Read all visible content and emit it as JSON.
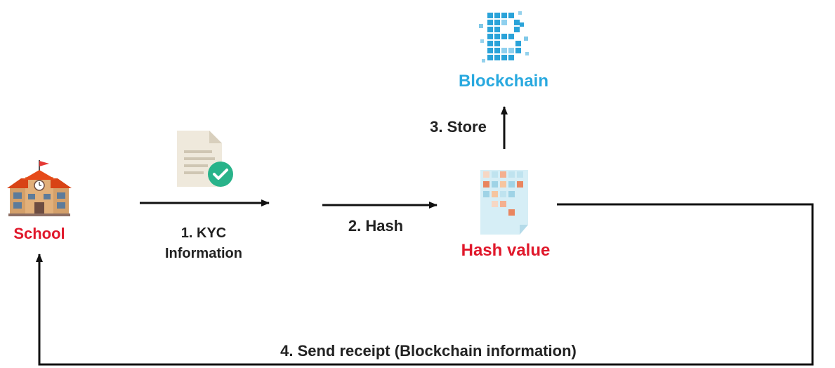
{
  "nodes": {
    "school": {
      "label": "School",
      "icon": "school-building-icon"
    },
    "kyc_document": {
      "icon": "document-check-icon"
    },
    "hash_value": {
      "label": "Hash value",
      "icon": "hash-grid-document-icon"
    },
    "blockchain": {
      "label": "Blockchain",
      "icon": "blockchain-b-logo-icon"
    }
  },
  "edges": {
    "kyc": {
      "line1": "1. KYC",
      "line2": "Information"
    },
    "hash": {
      "label": "2. Hash"
    },
    "store": {
      "label": "3. Store"
    },
    "receipt": {
      "label": "4. Send receipt (Blockchain information)"
    }
  },
  "colors": {
    "school_label": "#e0182b",
    "hash_label": "#e0182b",
    "blockchain_label": "#29a9df",
    "arrow": "#111111",
    "edge_text": "#222222"
  }
}
